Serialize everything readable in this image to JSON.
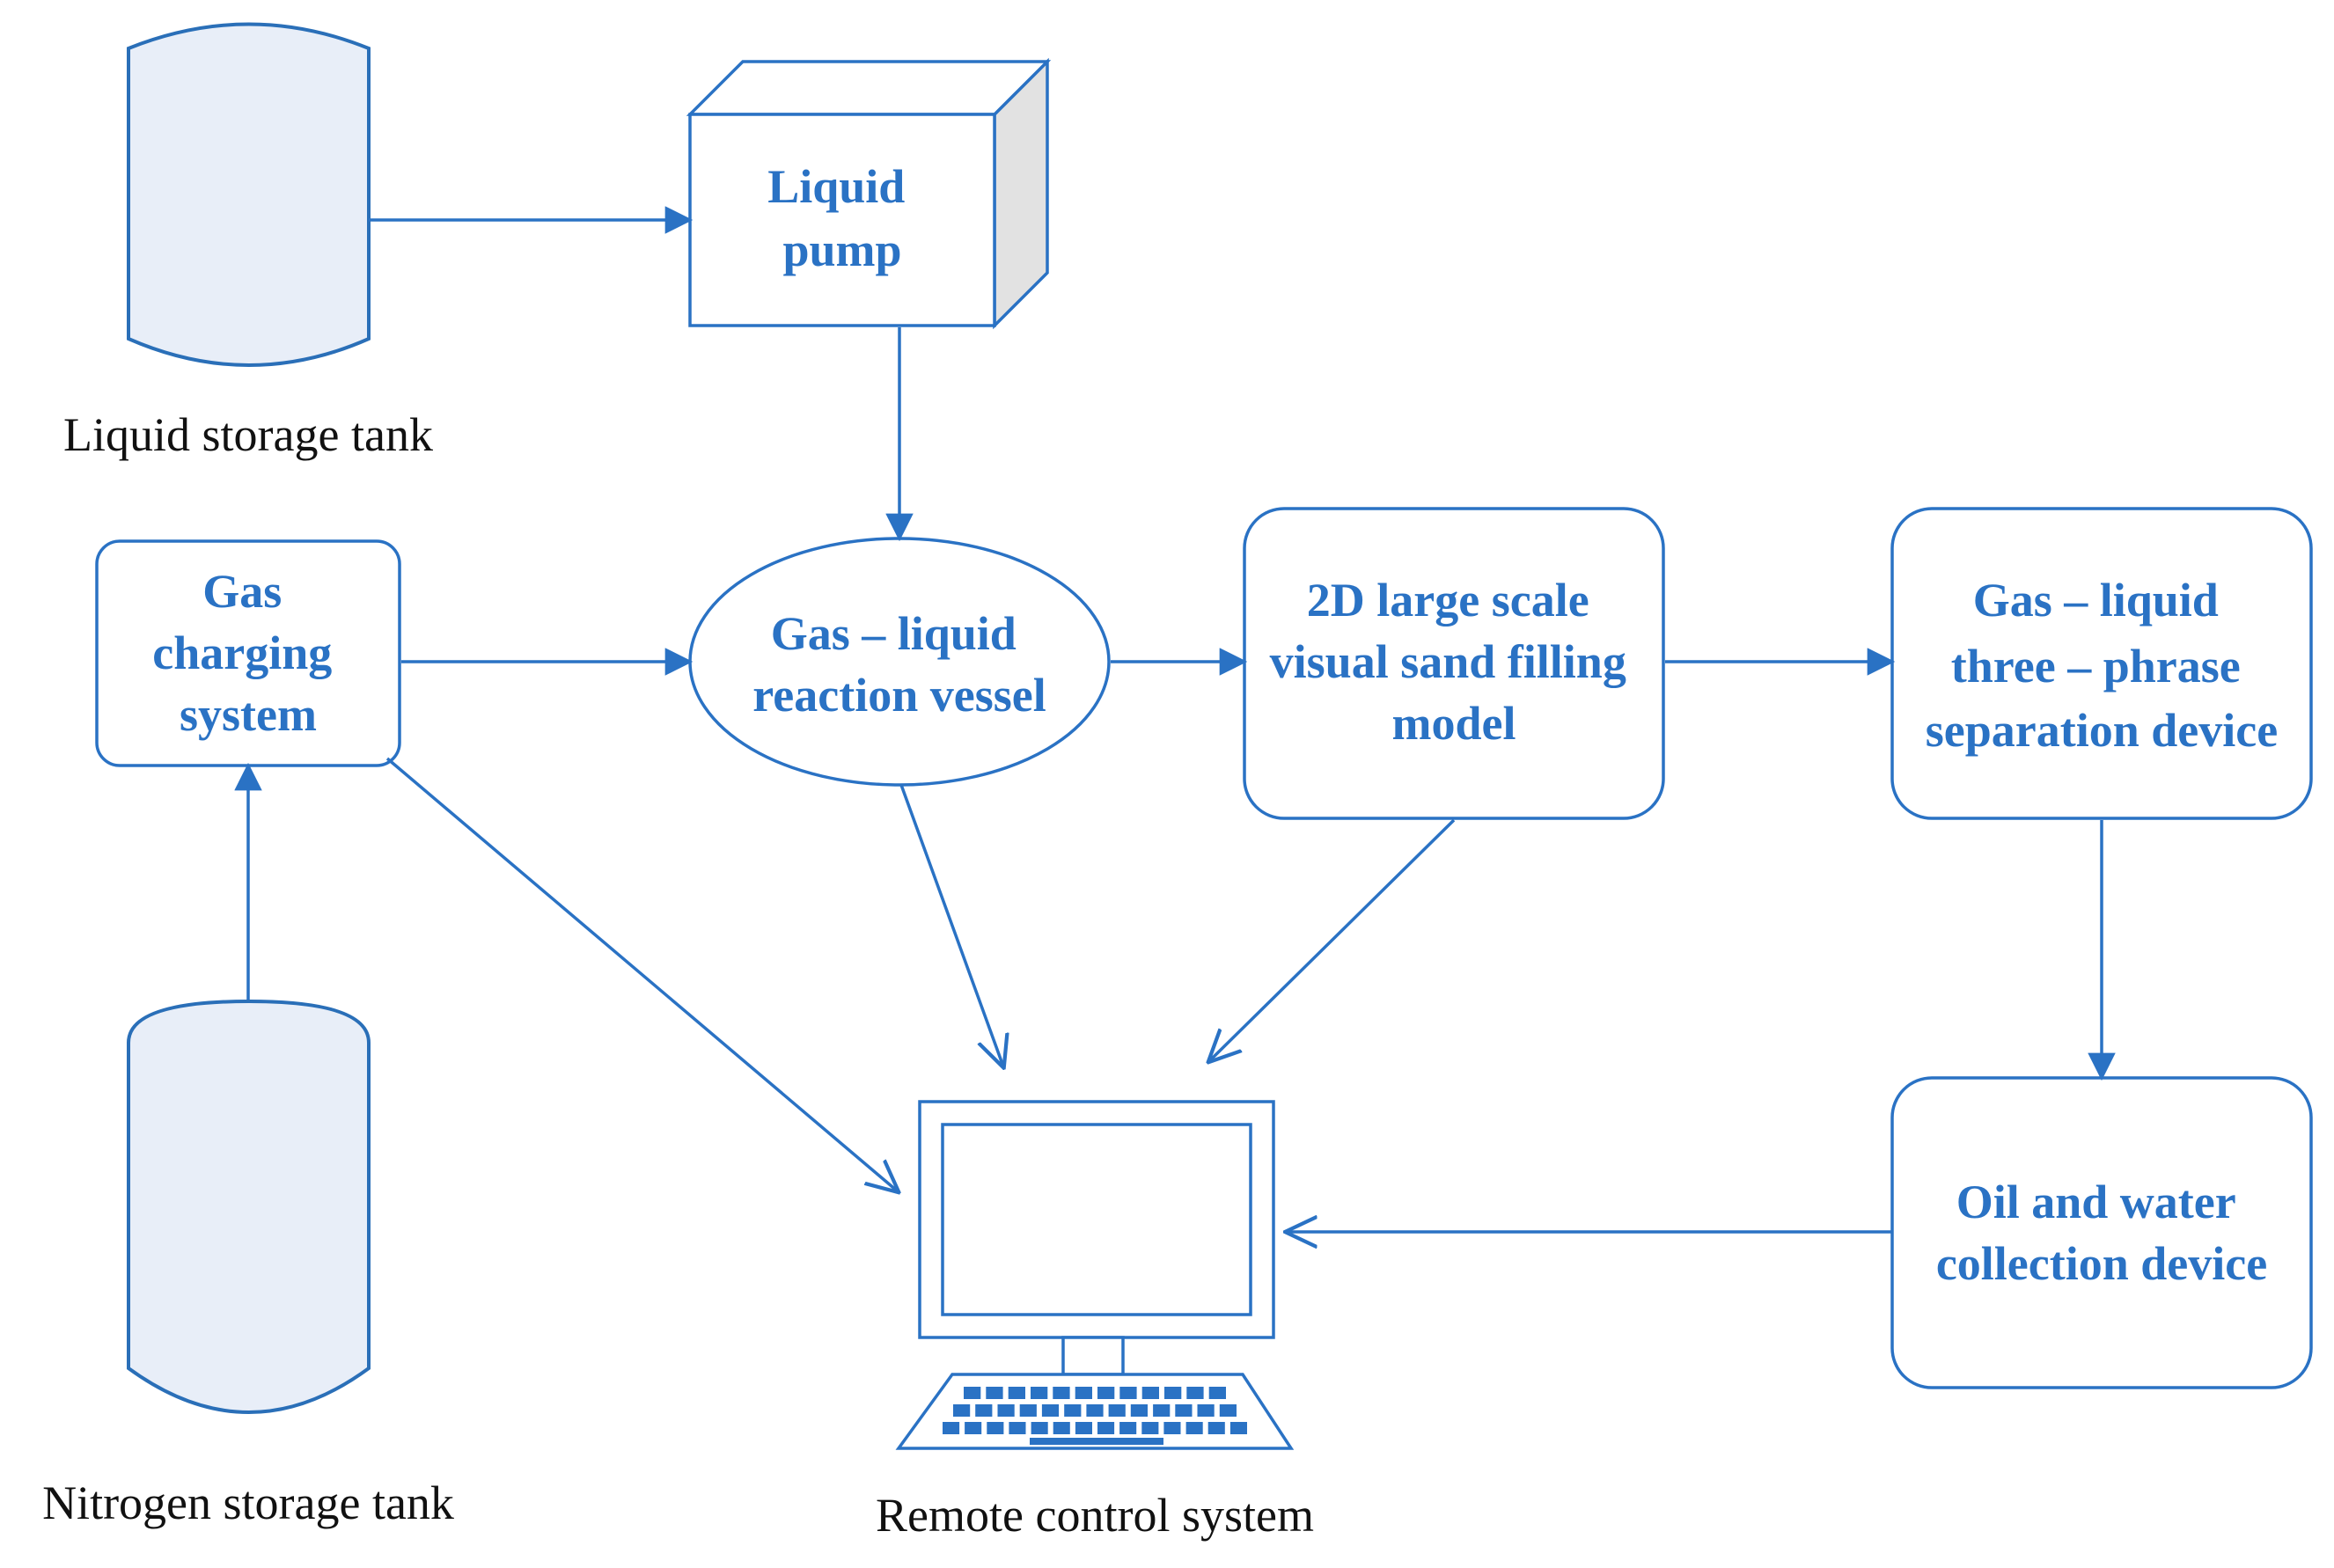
{
  "nodes": {
    "liquid_pump": [
      "Liquid",
      "pump"
    ],
    "gas_charging": [
      "Gas",
      "charging",
      "system"
    ],
    "reaction_vessel": [
      "Gas – liquid",
      "reaction vessel"
    ],
    "sand_model": [
      "2D large scale",
      "visual sand filling",
      "model"
    ],
    "separation": [
      "Gas – liquid",
      "three – phrase",
      "separation device"
    ],
    "oil_water": [
      "Oil and water",
      "collection device"
    ]
  },
  "captions": {
    "liquid_tank": "Liquid storage tank",
    "nitrogen_tank": "Nitrogen storage tank",
    "remote_control": "Remote control system"
  },
  "colors": {
    "accent": "#2a72c4",
    "tank_fill": "#e8eef8",
    "pump_side": "#e2e2e2",
    "caption_text": "#111111"
  },
  "icons": [
    "storage-tank-icon",
    "pump-box-icon",
    "computer-monitor-icon",
    "keyboard-icon"
  ]
}
